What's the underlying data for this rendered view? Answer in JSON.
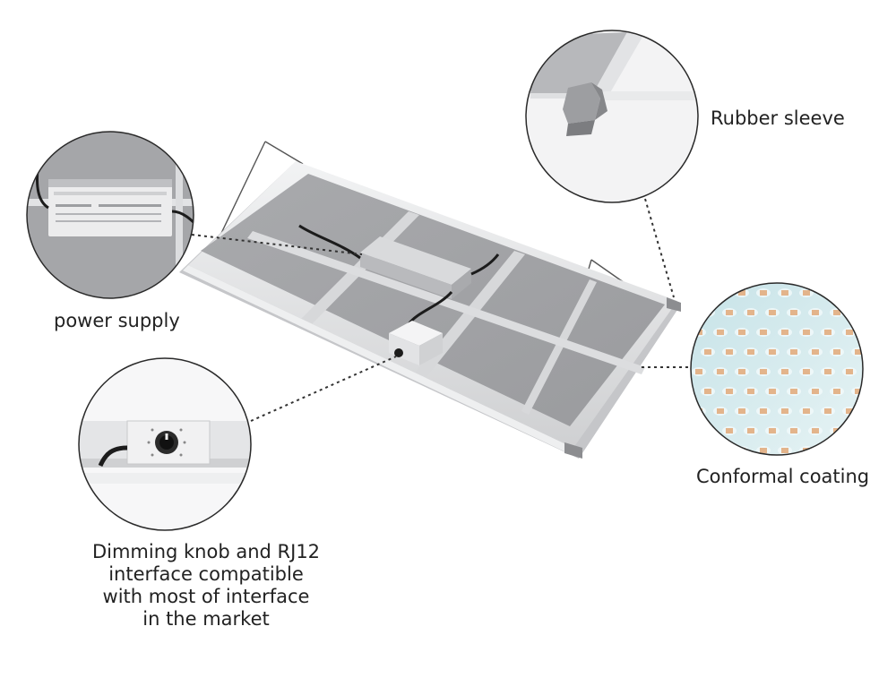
{
  "callouts": {
    "rubber_sleeve": {
      "label": "Rubber sleeve"
    },
    "power_supply": {
      "label": "power supply"
    },
    "conformal_coating": {
      "label": "Conformal coating"
    },
    "dimming_knob": {
      "lines": [
        "Dimming knob and RJ12",
        "interface compatible",
        "with most of interface",
        "in the market"
      ]
    }
  },
  "colors": {
    "panel": "#a3a4a7",
    "panel_dark": "#8e8f93",
    "frame": "#e6e7e9",
    "frame_shadow": "#c5c6c9",
    "end_cap": "#8c8d90",
    "driver_body": "#c9cacd",
    "coating_bg": "#d7ecef",
    "led_chip": "#e3b48b",
    "cable": "#1c1c1c",
    "dotted_line": "#333333",
    "circle_border": "#2a2a2a",
    "text": "#222222"
  },
  "icons": [
    "led-panel-illustration",
    "power-supply-detail",
    "rubber-sleeve-detail",
    "conformal-coating-detail",
    "dimming-knob-detail"
  ]
}
